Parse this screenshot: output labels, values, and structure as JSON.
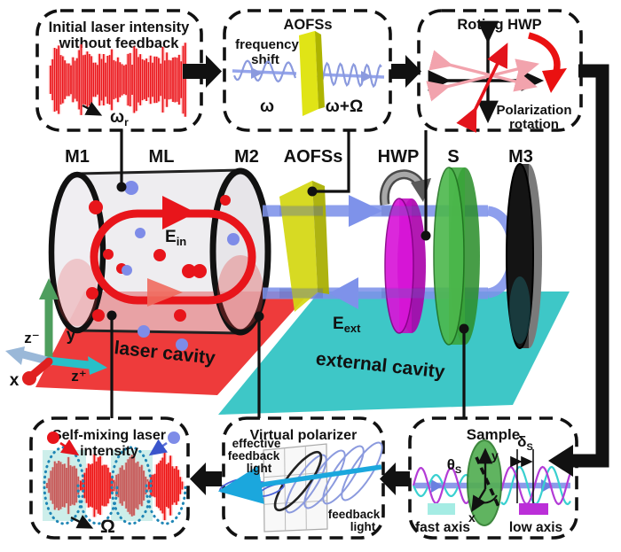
{
  "figure": {
    "top_boxes": {
      "initial": {
        "title_line1": "Initial laser intensity",
        "title_line2": "without feedback",
        "label_base": "ω",
        "label_sub": "r"
      },
      "aofs": {
        "title": "AOFSs",
        "caption_line1": "frequency",
        "caption_line2": "shift",
        "input_label": "ω",
        "output_label": "ω+Ω"
      },
      "rotating_hwp": {
        "title": "Roting HWP",
        "caption_line1": "Polarization",
        "caption_line2": "rotation"
      }
    },
    "scene": {
      "component_labels": [
        "M1",
        "ML",
        "M2",
        "AOFSs",
        "HWP",
        "S",
        "M3"
      ],
      "e_in_base": "E",
      "e_in_sub": "in",
      "e_ext_base": "E",
      "e_ext_sub": "ext",
      "laser_cavity": "laser cavity",
      "external_cavity": "external cavity",
      "axis_x": "x",
      "axis_y": "y",
      "axis_z_minus": "z⁻",
      "axis_z_plus": "z⁺"
    },
    "bottom_boxes": {
      "self_mixing": {
        "title_line1": "Self-mixing laser",
        "title_line2": "intensity",
        "label": "Ω"
      },
      "virtual_polarizer": {
        "title": "Virtual polarizer",
        "effective_line1": "effective",
        "effective_line2": "feedback",
        "effective_line3": "light",
        "feedback_line1": "feedback",
        "feedback_line2": "light"
      },
      "sample": {
        "title": "Sample",
        "theta_base": "θ",
        "theta_sub": "S",
        "delta_base": "δ",
        "delta_sub": "S",
        "axis_x": "x",
        "axis_y": "y",
        "fast_axis": "fast axis",
        "low_axis": "low axis"
      }
    },
    "colors": {
      "laser_red": "#e8151b",
      "beam_periwinkle": "#7e92ea",
      "aofs_yellow": "#d4d813",
      "hwp_magenta": "#d816d8",
      "sample_green": "#3aa53a",
      "red_floor": "#ee3b3b",
      "cyan_floor": "#3ec7c7",
      "cyan_arrow": "#1ba7dd",
      "blue_text": "#3152cc",
      "light_blue_text": "#93a3e8",
      "envelope_dots": "#1f86b5"
    }
  }
}
